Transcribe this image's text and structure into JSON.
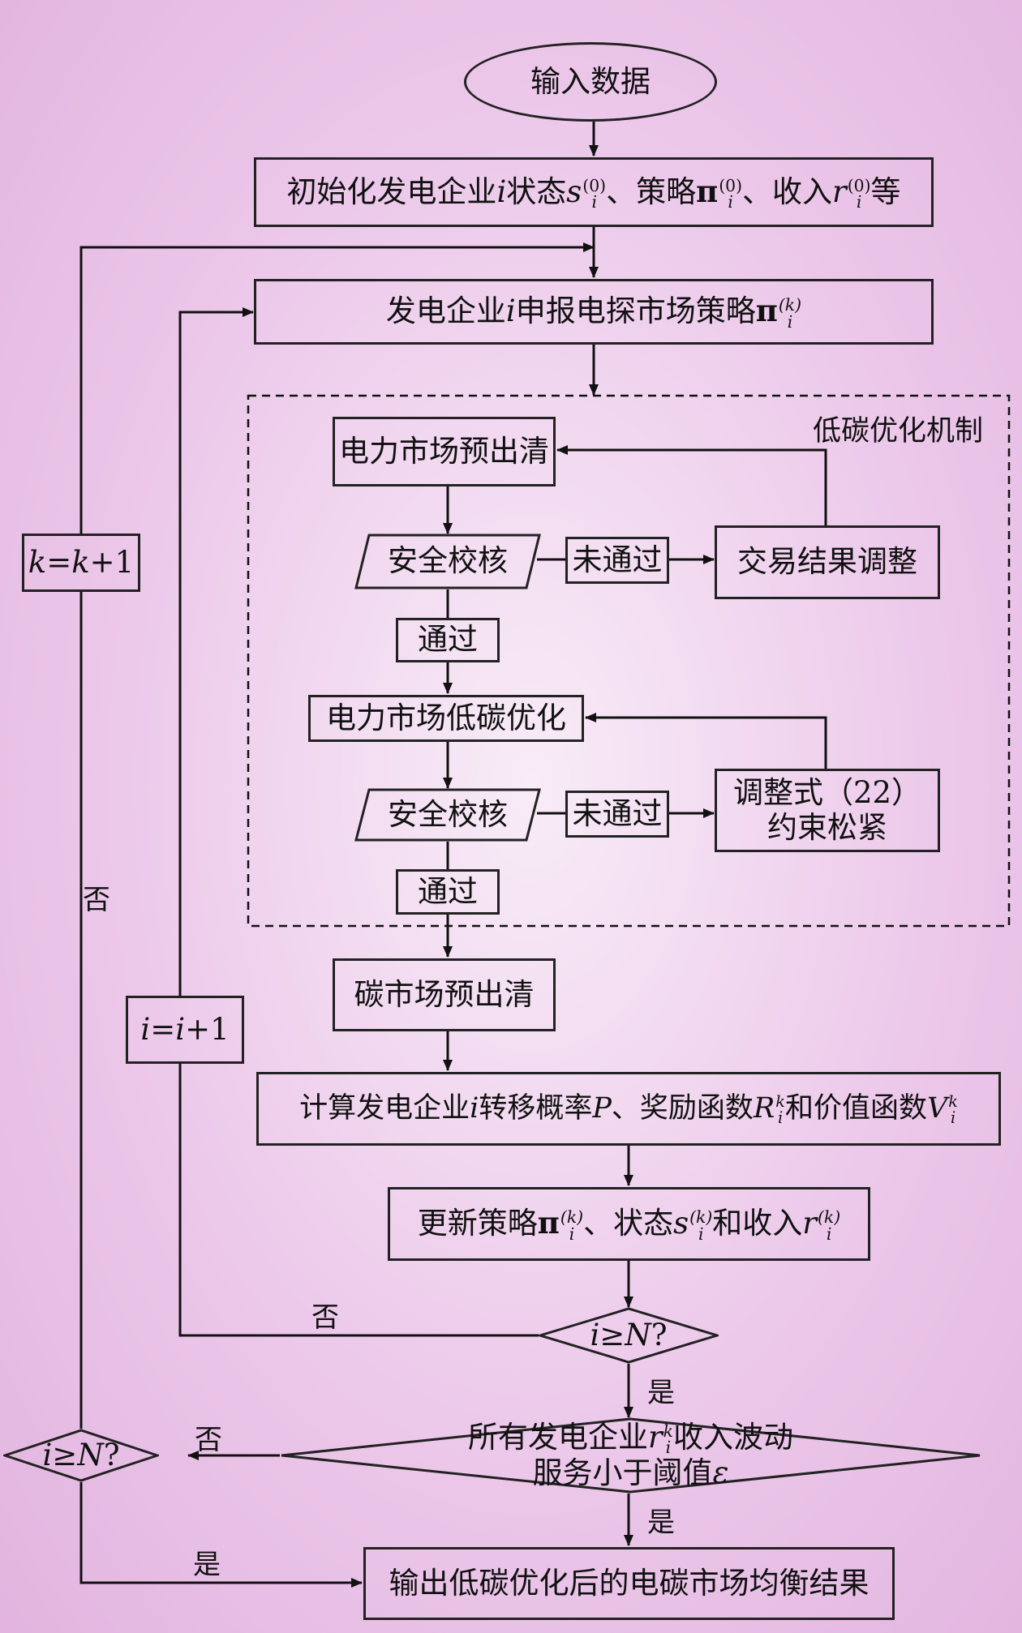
{
  "nodes": {
    "start": "输入数据",
    "init": {
      "pre": "初始化发电企业",
      "i": "i",
      "mid1": "状态",
      "s": "s",
      "sup0": "(0)",
      "sep": "、策略",
      "pi": "π",
      "mid2": "、收入",
      "r": "r",
      "post": "等"
    },
    "declare": {
      "pre": "发电企业",
      "i": "i",
      "mid": "申报电探市场策略",
      "pi": "π",
      "k": "(k)"
    },
    "power_preclear": "电力市场预出清",
    "security_check_1": "安全校核",
    "not_pass_1": "未通过",
    "trade_adjust": "交易结果调整",
    "pass_1": "通过",
    "low_carbon_opt": "电力市场低碳优化",
    "security_check_2": "安全校核",
    "not_pass_2": "未通过",
    "adjust_constraint_line1": "调整式（22）",
    "adjust_constraint_line2": "约束松紧",
    "pass_2": "通过",
    "carbon_preclear": "碳市场预出清",
    "compute": {
      "pre": "计算发电企业",
      "i": "i",
      "mid1": "转移概率",
      "P": "P",
      "mid2": "、奖励函数",
      "R": "R",
      "kk": "k",
      "mid3": "和价值函数",
      "V": "V"
    },
    "update": {
      "pre": "更新策略",
      "pi": "π",
      "k": "(k)",
      "mid1": "、状态",
      "s": "s",
      "mid2": "和收入",
      "r": "r"
    },
    "cond_i": {
      "i": "i",
      "ge": "≥",
      "N": "N",
      "q": "?"
    },
    "converge_line1": {
      "pre": "所有发电企业",
      "r": "r",
      "post": "收入波动"
    },
    "converge_line2": {
      "pre": "服务小于阈值",
      "eps": "ε"
    },
    "cond_outer": {
      "i": "i",
      "ge": "≥",
      "N": "N",
      "q": "?"
    },
    "output": "输出低碳优化后的电碳市场均衡结果",
    "k_inc": {
      "k1": "k",
      "eq": "=",
      "k2": "k",
      "plus": "+1"
    },
    "i_inc": {
      "i1": "i",
      "eq": "=",
      "i2": "i",
      "plus": "+1"
    }
  },
  "labels": {
    "mechanism": "低碳优化机制",
    "no_left": "否",
    "no_inner": "否",
    "yes_inner": "是",
    "no_outer": "否",
    "yes_bottom": "是",
    "yes_output": "是",
    "sub_i": "i"
  }
}
